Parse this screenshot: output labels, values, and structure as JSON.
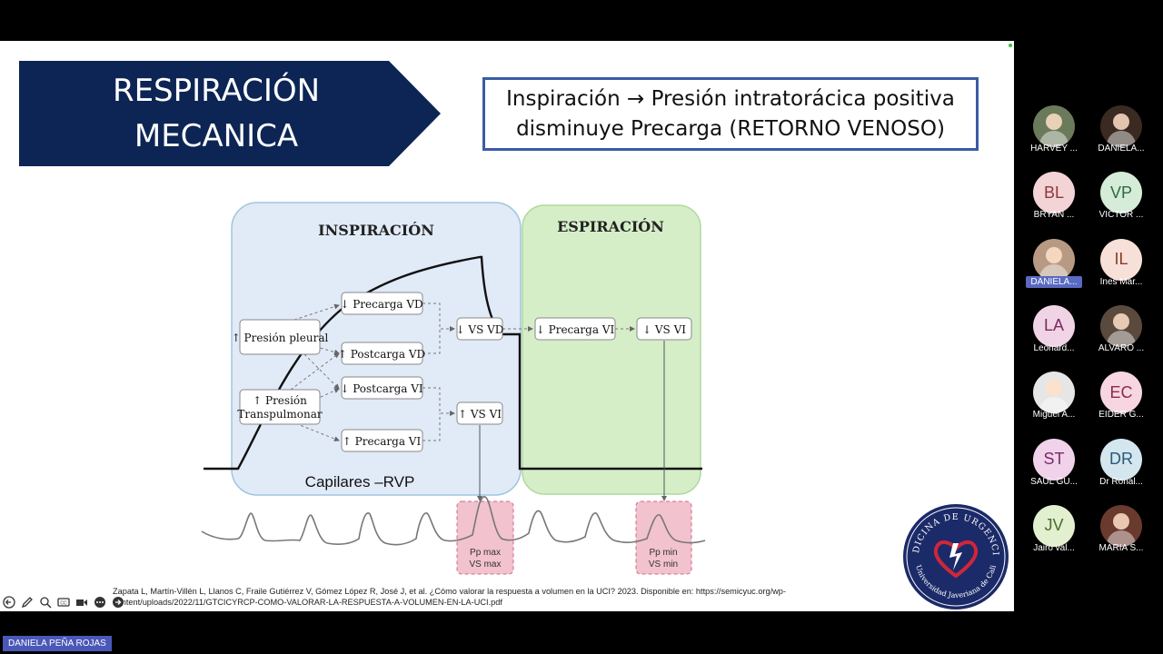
{
  "slide": {
    "title_line1": "RESPIRACIÓN",
    "title_line2": "MECANICA",
    "box_line1": "Inspiración → Presión intratorácica positiva",
    "box_line2": "disminuye Precarga (RETORNO VENOSO)",
    "diagram": {
      "inspiration_label": "INSPIRACIÓN",
      "expiration_label": "ESPIRACIÓN",
      "capillaries_label": "Capilares –RVP",
      "nodes": {
        "pleural": "↑ Presión pleural",
        "transpulm1": "↑ Presión",
        "transpulm2": "Transpulmonar",
        "precarga_vd": "↓ Precarga VD",
        "postcarga_vd": "↑ Postcarga VD",
        "postcarga_vi": "↓ Postcarga VI",
        "precarga_vi_up": "↑ Precarga VI",
        "vs_vd": "↓ VS VD",
        "vs_vi_up": "↑ VS VI",
        "precarga_vi_down": "↓ Precarga VI",
        "vs_vi_down": "↓ VS VI"
      },
      "pp_max_1": "Pp max",
      "pp_max_2": "VS max",
      "pp_min_1": "Pp min",
      "pp_min_2": "VS min"
    },
    "citation_line1": "Zapata L, Martín-Villén L, Llanos C, Fraile Gutiérrez V, Gómez López R, José J, et al. ¿Cómo valorar la respuesta a volumen en la UCI? 2023.  Disponible en: https://semicyuc.org/wp-",
    "citation_line2": "content/uploads/2022/11/GTCICYRCP-COMO-VALORAR-LA-RESPUESTA-A-VOLUMEN-EN-LA-UCI.pdf",
    "logo_text_top": "MEDICINA DE URGENCIAS",
    "logo_text_bottom": "Universidad Javeriana de Cali"
  },
  "toolbar": [
    "back-icon",
    "pen-icon",
    "zoom-icon",
    "captions-icon",
    "video-icon",
    "more-icon",
    "forward-icon"
  ],
  "participants": [
    {
      "name": "HARVEY ...",
      "initials": "",
      "photo": true,
      "bg": "#6b7a5a"
    },
    {
      "name": "DANIELA...",
      "initials": "",
      "photo": true,
      "bg": "#3a2a22"
    },
    {
      "name": "BRYAN ...",
      "initials": "BL",
      "bg": "#f3d3d6",
      "fg": "#8a3a3a"
    },
    {
      "name": "VICTOR ...",
      "initials": "VP",
      "bg": "#d5ecd9",
      "fg": "#2e6a3e"
    },
    {
      "name": "DANIELA...",
      "initials": "",
      "photo": true,
      "bg": "#b89a84",
      "active": true
    },
    {
      "name": "Ines Mar...",
      "initials": "IL",
      "bg": "#f7e0d8",
      "fg": "#8a3a2a"
    },
    {
      "name": "Leonard...",
      "initials": "LA",
      "bg": "#f0d4e6",
      "fg": "#7a2a5a"
    },
    {
      "name": "ALVARO ...",
      "initials": "",
      "photo": true,
      "bg": "#5a4a3e"
    },
    {
      "name": "Miguel A...",
      "initials": "",
      "photo": true,
      "bg": "#e6e6e6"
    },
    {
      "name": "EIDER G...",
      "initials": "EC",
      "bg": "#f7d6e2",
      "fg": "#8a2a4a"
    },
    {
      "name": "SAUL GU...",
      "initials": "ST",
      "bg": "#f0d2ea",
      "fg": "#7a2a6a"
    },
    {
      "name": "Dr Ronal...",
      "initials": "DR",
      "bg": "#d4e6ee",
      "fg": "#2a5a7a"
    },
    {
      "name": "Jairo val...",
      "initials": "JV",
      "bg": "#e2f0d0",
      "fg": "#4a6a2a"
    },
    {
      "name": "MARIA S...",
      "initials": "",
      "photo": true,
      "bg": "#6a3a2e"
    }
  ],
  "speaker_name": "DANIELA PEÑA ROJAS"
}
